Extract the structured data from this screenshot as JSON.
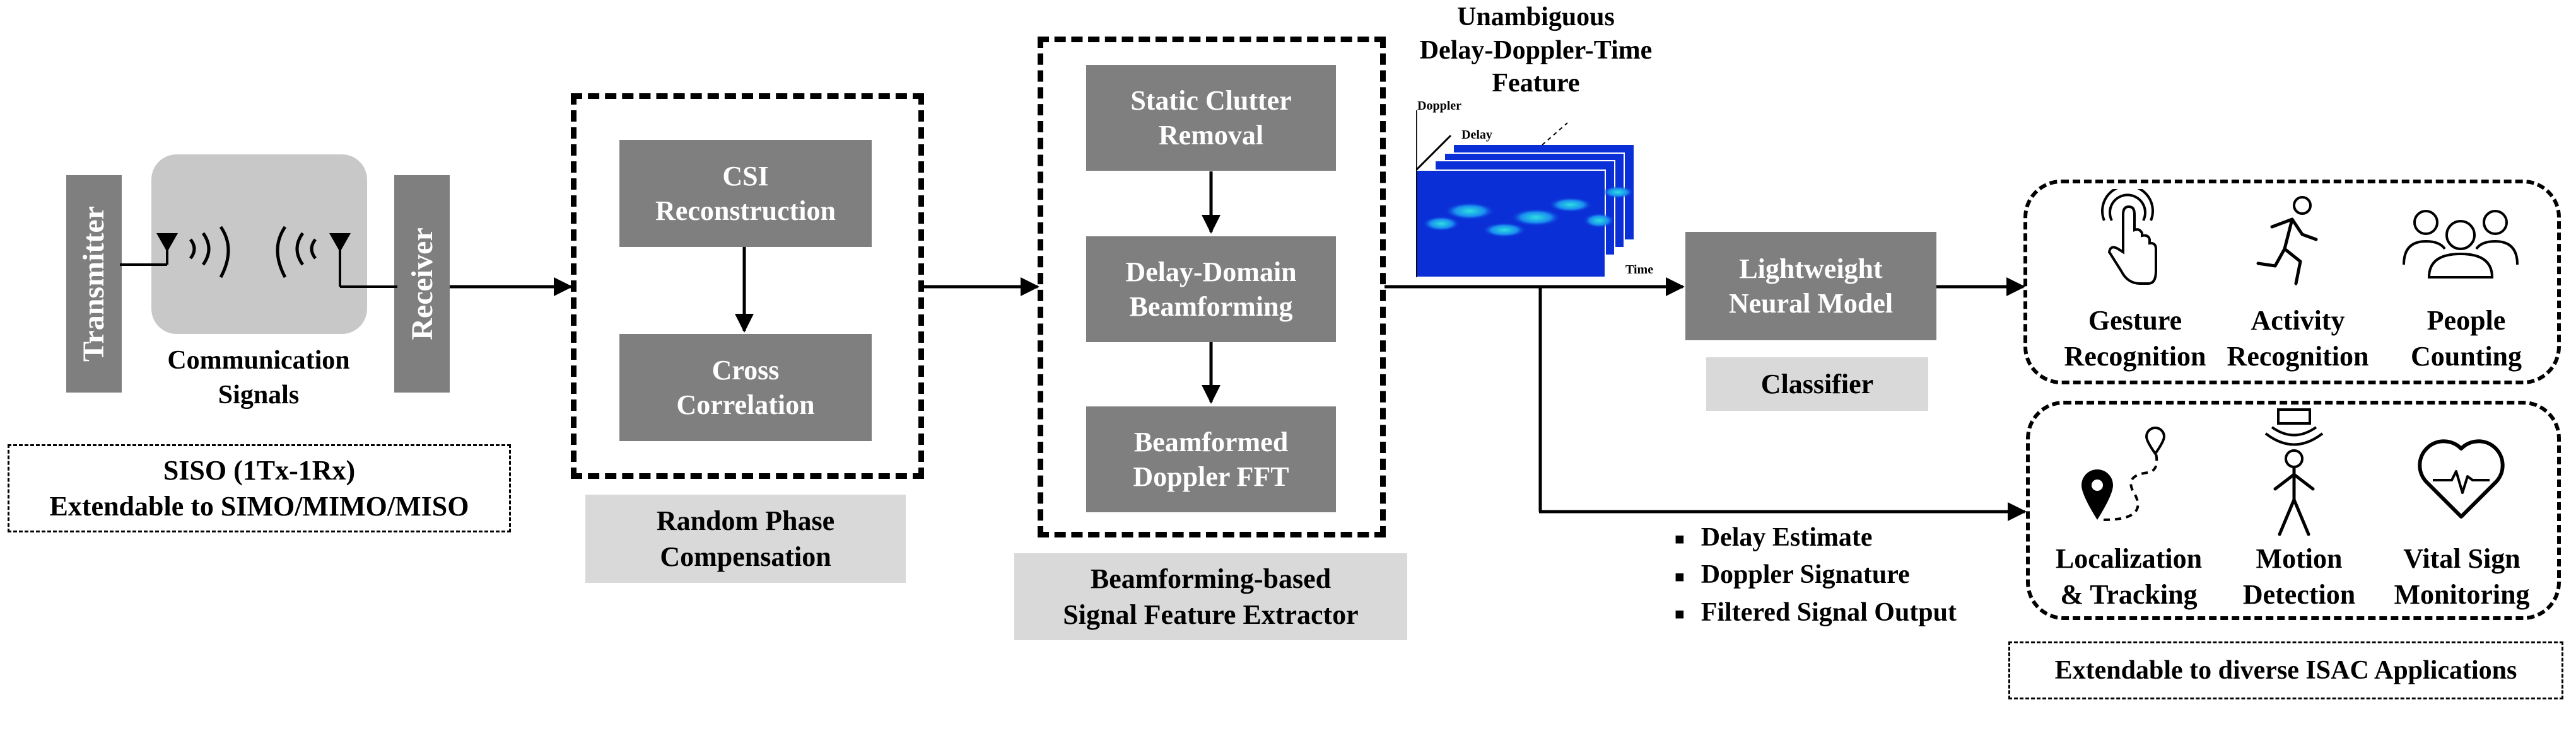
{
  "siso": {
    "transmitter": "Transmitter",
    "receiver": "Receiver",
    "signals": [
      "Communication",
      "Signals"
    ],
    "config": [
      "SISO (1Tx-1Rx)",
      "Extendable to SIMO/MIMO/MISO"
    ]
  },
  "random_phase": {
    "csi": [
      "CSI",
      "Reconstruction"
    ],
    "cross": [
      "Cross",
      "Correlation"
    ],
    "caption": [
      "Random Phase",
      "Compensation"
    ]
  },
  "extractor": {
    "clutter": [
      "Static Clutter",
      "Removal"
    ],
    "delay": [
      "Delay-Domain",
      "Beamforming"
    ],
    "doppler": [
      "Beamformed",
      "Doppler FFT"
    ],
    "caption": [
      "Beamforming-based",
      "Signal Feature Extractor"
    ]
  },
  "feature": {
    "title": [
      "Unambiguous",
      "Delay-Doppler-Time",
      "Feature"
    ],
    "axis_doppler": "Doppler",
    "axis_delay": "Delay",
    "axis_time": "Time"
  },
  "classifier": {
    "model": [
      "Lightweight",
      "Neural Model"
    ],
    "caption": "Classifier"
  },
  "apps_top": [
    {
      "icon": "gesture-icon",
      "label": [
        "Gesture",
        "Recognition"
      ]
    },
    {
      "icon": "running-person-icon",
      "label": [
        "Activity",
        "Recognition"
      ]
    },
    {
      "icon": "people-group-icon",
      "label": [
        "People",
        "Counting"
      ]
    }
  ],
  "apps_bottom": [
    {
      "icon": "location-pin-icon",
      "label": [
        "Localization",
        "& Tracking"
      ]
    },
    {
      "icon": "motion-sensor-icon",
      "label": [
        "Motion",
        "Detection"
      ]
    },
    {
      "icon": "heart-pulse-icon",
      "label": [
        "Vital Sign",
        "Monitoring"
      ]
    }
  ],
  "outputs": [
    "Delay Estimate",
    "Doppler Signature",
    "Filtered Signal Output"
  ],
  "extend_caption": "Extendable to diverse ISAC Applications",
  "colors": {
    "box": "#7f7f7f",
    "caption_bg": "#d9d9d9",
    "rx_bg": "#c8c8c8",
    "heatmap_bg": "#0a2fd6",
    "heatmap_hot": "#2de0e0"
  }
}
